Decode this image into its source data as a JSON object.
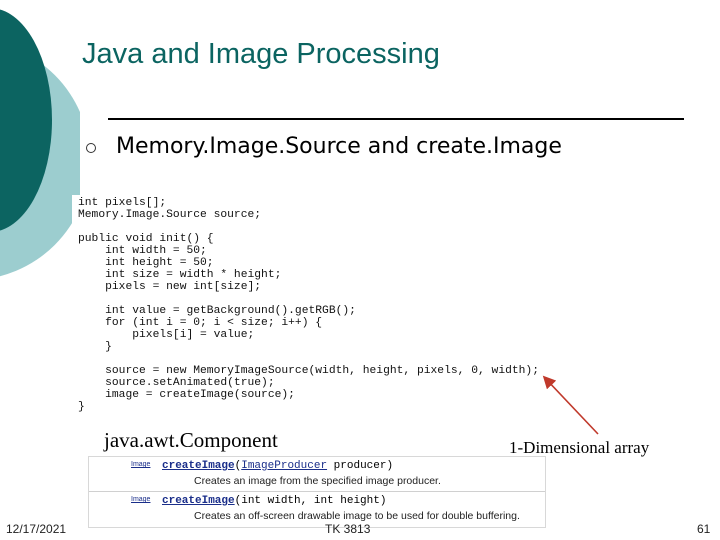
{
  "slide": {
    "title": "Java and Image Processing",
    "bullet": "Memory.Image.Source and create.Image",
    "code": "int pixels[];\nMemory.Image.Source source;\n\npublic void init() {\n    int width = 50;\n    int height = 50;\n    int size = width * height;\n    pixels = new int[size];\n\n    int value = getBackground().getRGB();\n    for (int i = 0; i < size; i++) {\n        pixels[i] = value;\n    }\n\n    source = new MemoryImageSource(width, height, pixels, 0, width);\n    source.setAnimated(true);\n    image = createImage(source);\n}",
    "component_label": "java.awt.Component",
    "array_label": "1-Dimensional array",
    "api_rows": [
      {
        "type": "Image",
        "method": "createImage",
        "param_type": "ImageProducer",
        "params_rest": " producer)",
        "description": "Creates an image from the specified image producer."
      },
      {
        "type": "Image",
        "method": "createImage",
        "param_type": "",
        "params_rest": "(int width, int height)",
        "description": "Creates an off-screen drawable image to be used for double buffering."
      }
    ]
  },
  "footer": {
    "date": "12/17/2021",
    "course": "TK 3813",
    "page": "61"
  },
  "colors": {
    "title": "#0b6461",
    "deco_dark": "#0c6461",
    "deco_light": "#9ccdcf",
    "arrow": "#c0392b"
  }
}
